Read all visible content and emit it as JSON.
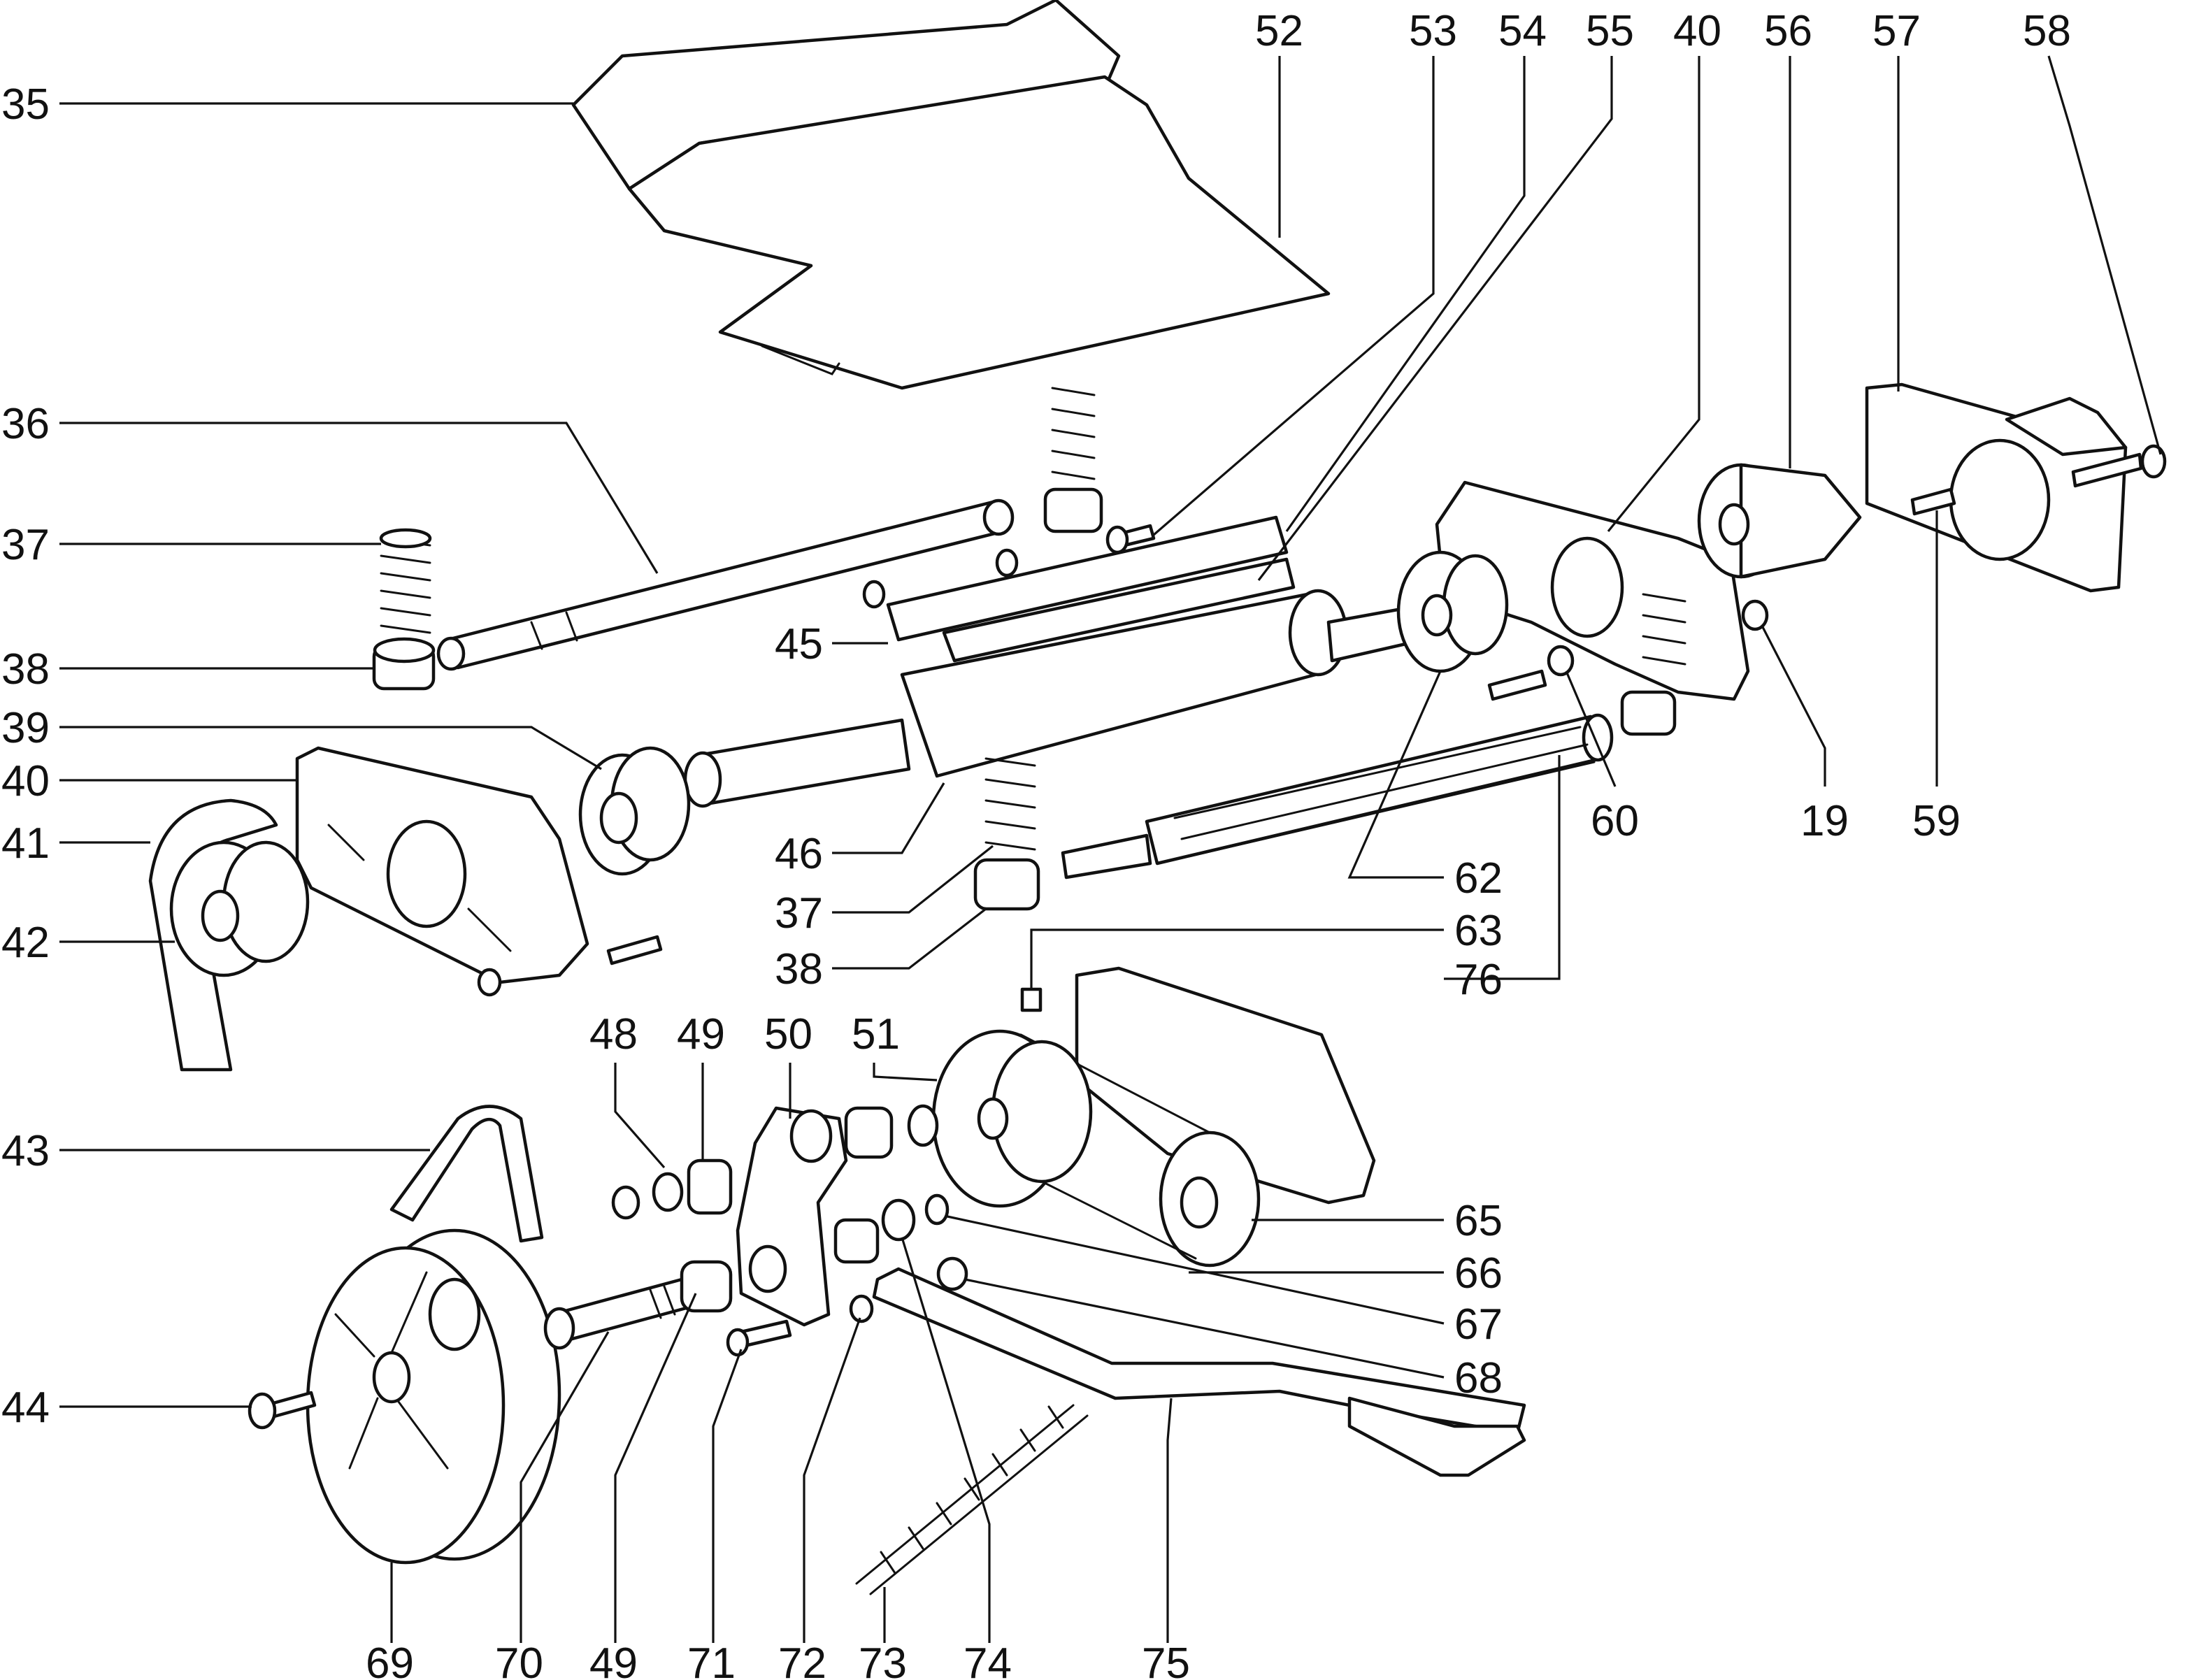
{
  "callouts": {
    "c35": "35",
    "c36": "36",
    "c37a": "37",
    "c38a": "38",
    "c39": "39",
    "c40a": "40",
    "c41": "41",
    "c42": "42",
    "c43": "43",
    "c44": "44",
    "c45": "45",
    "c46": "46",
    "c37b": "37",
    "c38b": "38",
    "c48": "48",
    "c49a": "49",
    "c50": "50",
    "c51": "51",
    "c52": "52",
    "c53": "53",
    "c54": "54",
    "c55": "55",
    "c40b": "40",
    "c56": "56",
    "c57": "57",
    "c58": "58",
    "c60": "60",
    "c19": "19",
    "c59": "59",
    "c62": "62",
    "c63": "63",
    "c76": "76",
    "c65": "65",
    "c66": "66",
    "c67": "67",
    "c68": "68",
    "c69": "69",
    "c70": "70",
    "c49b": "49",
    "c71": "71",
    "c72": "72",
    "c73": "73",
    "c74": "74",
    "c75": "75"
  }
}
